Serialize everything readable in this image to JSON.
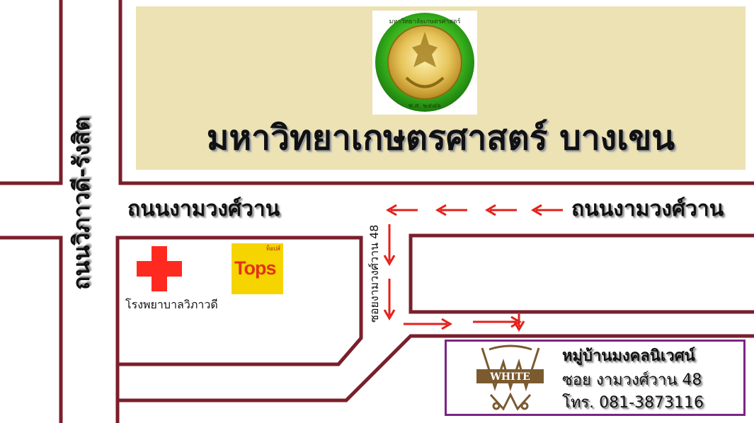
{
  "map": {
    "title": "มหาวิทยาเกษตรศาสตร์ บางเขน",
    "colors": {
      "road_border": "#7a1f2b",
      "panel_fill": "#ece2b3",
      "arrow": "#e3201b",
      "info_border": "#7a2585",
      "hospital_red": "#ff2a1f",
      "tops_yellow": "#f5d400"
    }
  },
  "roads": {
    "main_left_label": "ถนนงามวงศ์วาน",
    "main_right_label": "ถนนงามวงศ์วาน",
    "vertical_label": "ถนนวิภาวดี-รังสิต",
    "soi_label": "ซอยงามวงศ์วาน 48"
  },
  "landmarks": {
    "seal_icon": "kasetsart-university-seal-icon",
    "seal_text": "มหาวิทยาลัยเกษตรศาสตร์",
    "seal_year": "พ.ศ. ๒๔๘๖",
    "hospital_label": "โรงพยาบาลวิภาวดี",
    "hospital_icon": "red-cross-icon",
    "tops_text": "Tops",
    "tops_small": "ท็อปส์",
    "tops_icon": "tops-logo-icon"
  },
  "destination": {
    "logo_icon": "white-village-logo-icon",
    "logo_text": "WHITE",
    "name": "หมู่บ้านมงคลนิเวศน์",
    "address": "ซอย งามวงศ์วาน 48",
    "phone": "โทร. 081-3873116"
  },
  "route": {
    "arrows": [
      {
        "dir": "left"
      },
      {
        "dir": "left"
      },
      {
        "dir": "left"
      },
      {
        "dir": "left"
      },
      {
        "dir": "down"
      },
      {
        "dir": "down"
      },
      {
        "dir": "right"
      },
      {
        "dir": "right"
      },
      {
        "dir": "down"
      }
    ]
  }
}
